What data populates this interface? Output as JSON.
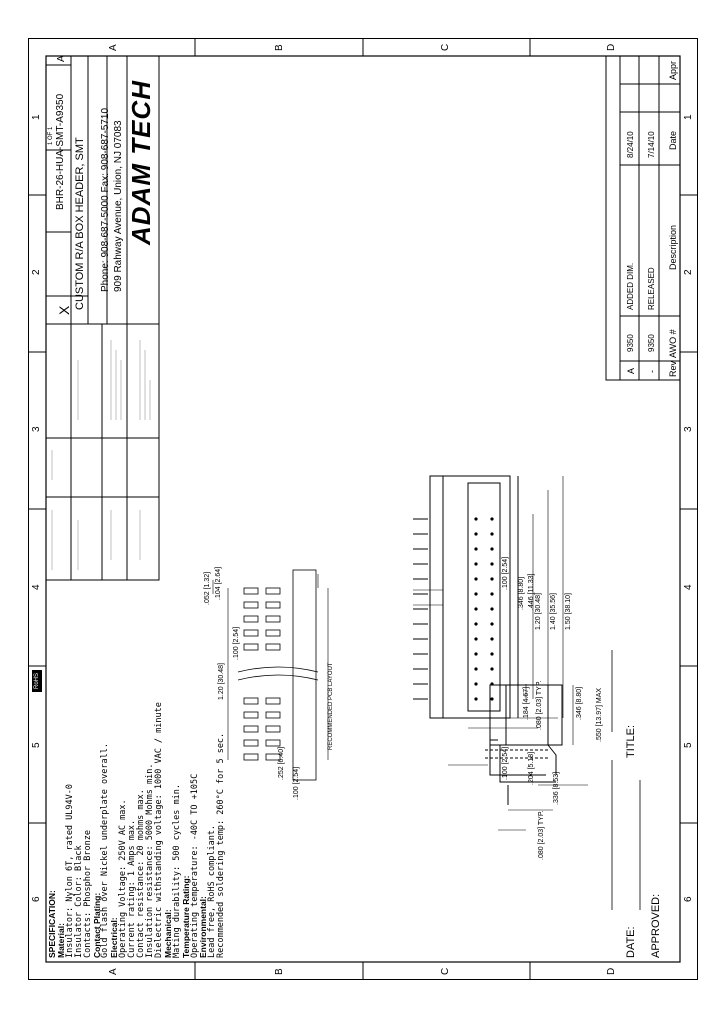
{
  "header": {
    "approved_label": "APPROVED:",
    "date_label": "DATE:",
    "title_label": "TITLE:"
  },
  "grid": {
    "columns": [
      "6",
      "5",
      "4",
      "3",
      "2",
      "1"
    ],
    "rows": [
      "A",
      "B",
      "C",
      "D"
    ]
  },
  "specification": [
    {
      "text": "SPECIFICATION:",
      "heading": true
    },
    {
      "text": "Material:",
      "heading": true
    },
    {
      "text": "Insulator: Nylon 6T, rated UL94V-0",
      "heading": false
    },
    {
      "text": "Insulator Color: Black",
      "heading": false
    },
    {
      "text": "Contacts: Phosphor Bronze",
      "heading": false
    },
    {
      "text": "Contact Plating:",
      "heading": true
    },
    {
      "text": "Gold flash over Nickel underplate overall.",
      "heading": false
    },
    {
      "text": "Electrical:",
      "heading": true
    },
    {
      "text": "Operating Voltage: 250V AC max.",
      "heading": false
    },
    {
      "text": "Current rating: 1 Amps max.",
      "heading": false
    },
    {
      "text": "Contact resistance: 20 mohms max.",
      "heading": false
    },
    {
      "text": "Insulation resistance: 5000 Mohms min.",
      "heading": false
    },
    {
      "text": "Dielectric withstanding voltage: 1000 VAC / minute",
      "heading": false
    },
    {
      "text": "Mechanical:",
      "heading": true
    },
    {
      "text": "Mating durability: 500 cycles min.",
      "heading": false
    },
    {
      "text": "Temperature Rating:",
      "heading": true
    },
    {
      "text": "Operating temperature:    -40C TO +105C",
      "heading": false
    },
    {
      "text": "Environmental:",
      "heading": true
    },
    {
      "text": "Lead free, RoHS compliant.",
      "heading": false
    },
    {
      "text": "Recommended soldering temp: 260°C for 5 sec.",
      "heading": false
    }
  ],
  "rohs_badge": "RoHS",
  "revisions": {
    "headers": [
      "Rev",
      "AWO #",
      "Description",
      "Date",
      "Appr"
    ],
    "rows": [
      [
        "-",
        "9350",
        "RELEASED",
        "7/14/10",
        ""
      ],
      [
        "A",
        "9350",
        "ADDED DIM.",
        "8/24/10",
        ""
      ]
    ]
  },
  "title_block": {
    "company": "ADAM TECH",
    "address": "909 Rahway Avenue, Union, NJ 07083",
    "phone": "Phone: 908-687-5000 Fax: 908-687-5710",
    "title": "CUSTOM R/A BOX HEADER, SMT",
    "part_number": "BHR-26-HUA-SMT-A9350",
    "rev": "A",
    "scale_mark": "X",
    "sheet_label": "1 OF 1"
  },
  "dimensions": {
    "side_view": [
      ".550 [13.97] MAX",
      ".346 [8.80]",
      ".204 [5.18]",
      ".336 [8.53]",
      ".080 [2.03] TYP.",
      ".080 [2.03] TYP.",
      ".184 [4.67]"
    ],
    "top_view": [
      ".446 [11.33]",
      ".346 [8.80]",
      "1.50 [38.10]",
      "1.40 [35.56]",
      "1.20 [30.48]",
      ".100 [2.54]",
      ".100 [2.54]"
    ],
    "pcb_layout": [
      ".104 [2.64]",
      ".052 [1.32]",
      "1.20 [30.48]",
      ".100 [2.54]",
      ".252 [6.40]",
      ".100 [2.54]"
    ],
    "pcb_caption": "RECOMMENDED PCB LAYOUT"
  }
}
